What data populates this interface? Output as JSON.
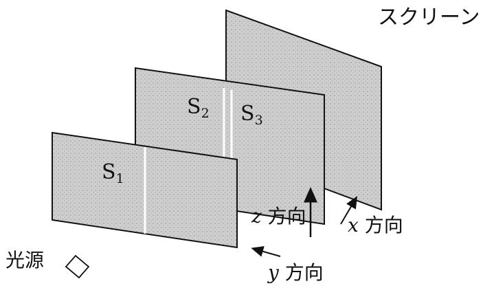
{
  "labels": {
    "screen": "スクリーン",
    "light_source": "光源",
    "slit_s1": "S",
    "slit_s1_sub": "1",
    "slit_s2": "S",
    "slit_s2_sub": "2",
    "slit_s3": "S",
    "slit_s3_sub": "3",
    "z_axis_var": "z",
    "z_axis_text": " 方向",
    "x_axis_var": "x",
    "x_axis_text": " 方向",
    "y_axis_var": "y",
    "y_axis_text": " 方向"
  },
  "colors": {
    "plate_fill": "#c9c9c9",
    "plate_stroke": "#111111",
    "text": "#111111",
    "slit": "#ffffff"
  }
}
